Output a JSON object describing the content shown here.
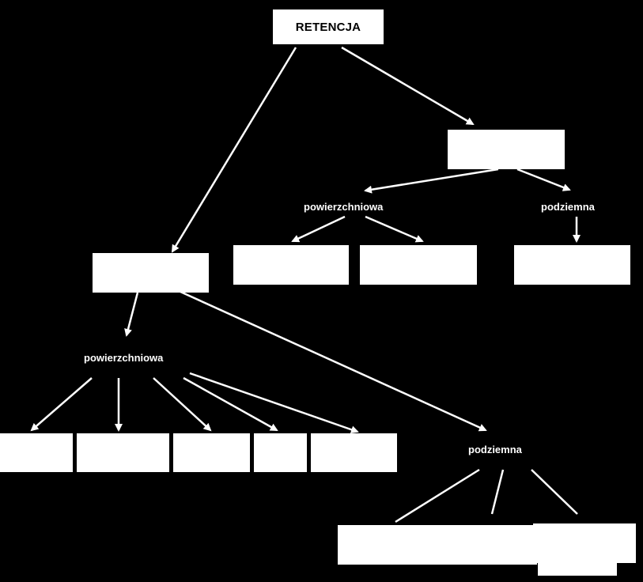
{
  "diagram": {
    "root": "RETENCJA",
    "upper_branch": {
      "surface_label": "powierzchniowa",
      "underground_label": "podziemna"
    },
    "lower_branch": {
      "surface_label": "powierzchniowa",
      "underground_label": "podziemna"
    }
  },
  "colors": {
    "background": "#000000",
    "boxes": "#ffffff",
    "lines": "#ffffff",
    "root_text": "#000000"
  }
}
